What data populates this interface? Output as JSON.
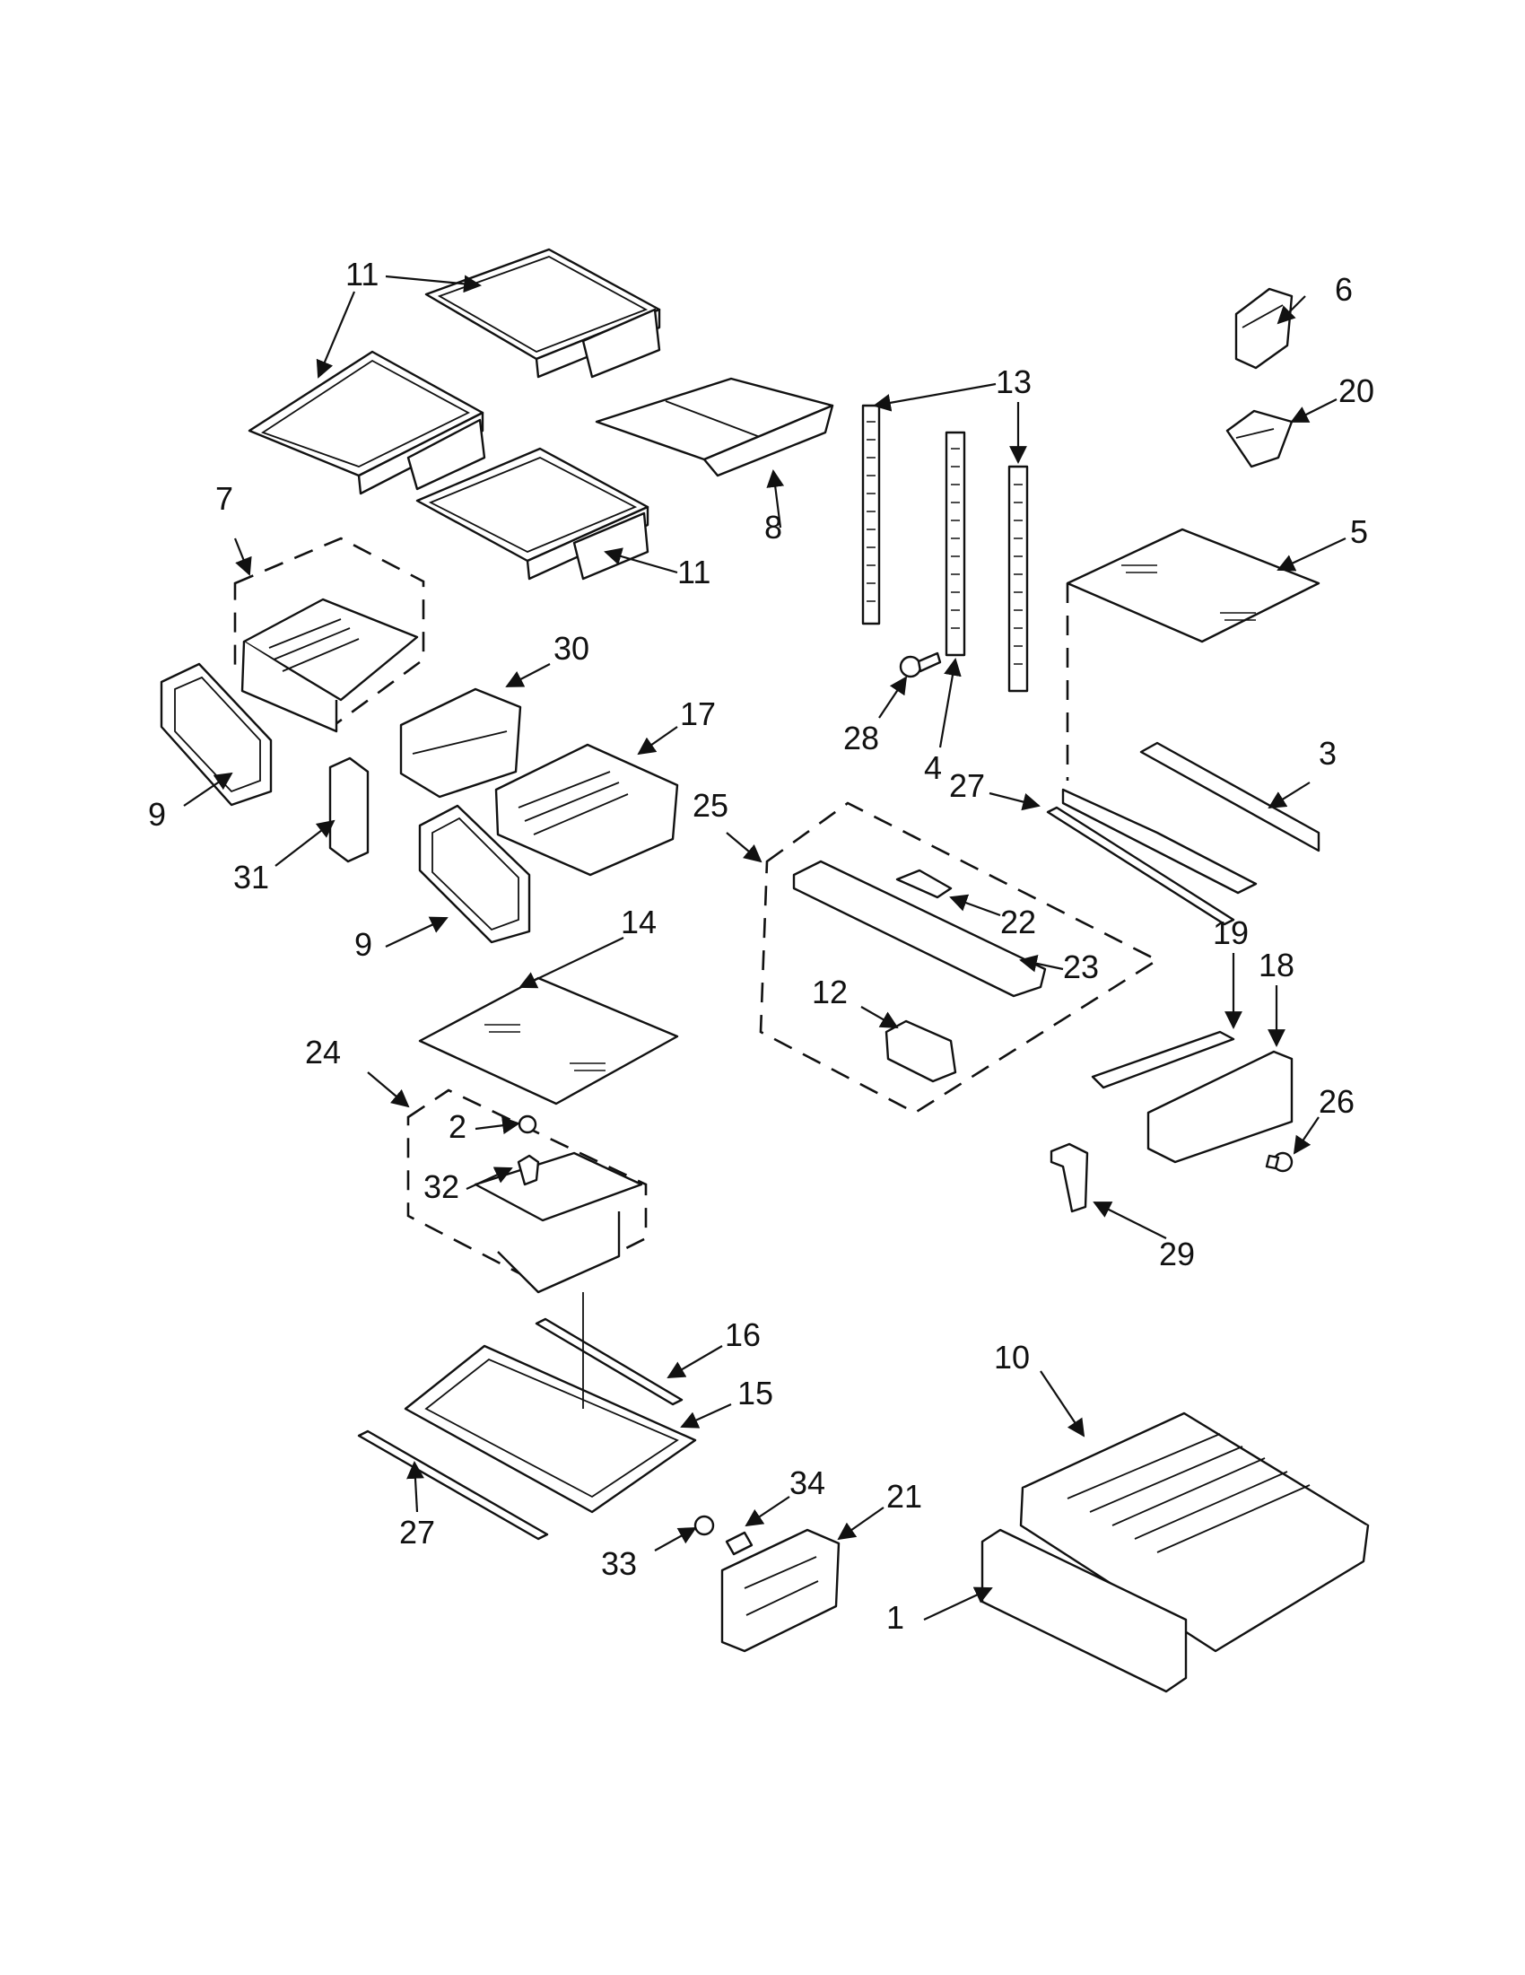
{
  "callouts": [
    {
      "id": "c11a",
      "label": "11"
    },
    {
      "id": "c6",
      "label": "6"
    },
    {
      "id": "c20",
      "label": "20"
    },
    {
      "id": "c13",
      "label": "13"
    },
    {
      "id": "c8",
      "label": "8"
    },
    {
      "id": "c11b",
      "label": "11"
    },
    {
      "id": "c7",
      "label": "7"
    },
    {
      "id": "c5",
      "label": "5"
    },
    {
      "id": "c30",
      "label": "30"
    },
    {
      "id": "c17",
      "label": "17"
    },
    {
      "id": "c28",
      "label": "28"
    },
    {
      "id": "c4",
      "label": "4"
    },
    {
      "id": "c3",
      "label": "3"
    },
    {
      "id": "c9a",
      "label": "9"
    },
    {
      "id": "c27a",
      "label": "27"
    },
    {
      "id": "c25",
      "label": "25"
    },
    {
      "id": "c31",
      "label": "31"
    },
    {
      "id": "c22",
      "label": "22"
    },
    {
      "id": "c9b",
      "label": "9"
    },
    {
      "id": "c14",
      "label": "14"
    },
    {
      "id": "c23",
      "label": "23"
    },
    {
      "id": "c19",
      "label": "19"
    },
    {
      "id": "c18",
      "label": "18"
    },
    {
      "id": "c12",
      "label": "12"
    },
    {
      "id": "c24",
      "label": "24"
    },
    {
      "id": "c26",
      "label": "26"
    },
    {
      "id": "c2",
      "label": "2"
    },
    {
      "id": "c32",
      "label": "32"
    },
    {
      "id": "c29",
      "label": "29"
    },
    {
      "id": "c16",
      "label": "16"
    },
    {
      "id": "c10",
      "label": "10"
    },
    {
      "id": "c15",
      "label": "15"
    },
    {
      "id": "c34",
      "label": "34"
    },
    {
      "id": "c21",
      "label": "21"
    },
    {
      "id": "c27b",
      "label": "27"
    },
    {
      "id": "c33",
      "label": "33"
    },
    {
      "id": "c1",
      "label": "1"
    }
  ]
}
